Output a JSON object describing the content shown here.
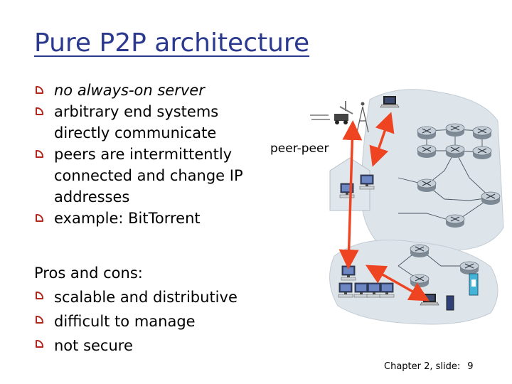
{
  "slide": {
    "title": "Pure P2P architecture",
    "bullets": [
      "no always-on server",
      "arbitrary end systems directly communicate",
      "peers are intermittently connected and change IP addresses",
      "example: BitTorrent"
    ],
    "pros_heading": "Pros and cons:",
    "pros": [
      "scalable and distributive",
      "difficult to manage",
      "not secure"
    ],
    "diagram_label": "peer-peer",
    "footer": {
      "chapter": "Chapter 2, slide:",
      "slide_number": "9"
    }
  },
  "colors": {
    "title": "#2b3a8f",
    "bullet": "#b2281f",
    "arrow": "#ee4422",
    "network_cloud": "#dde4ea"
  }
}
